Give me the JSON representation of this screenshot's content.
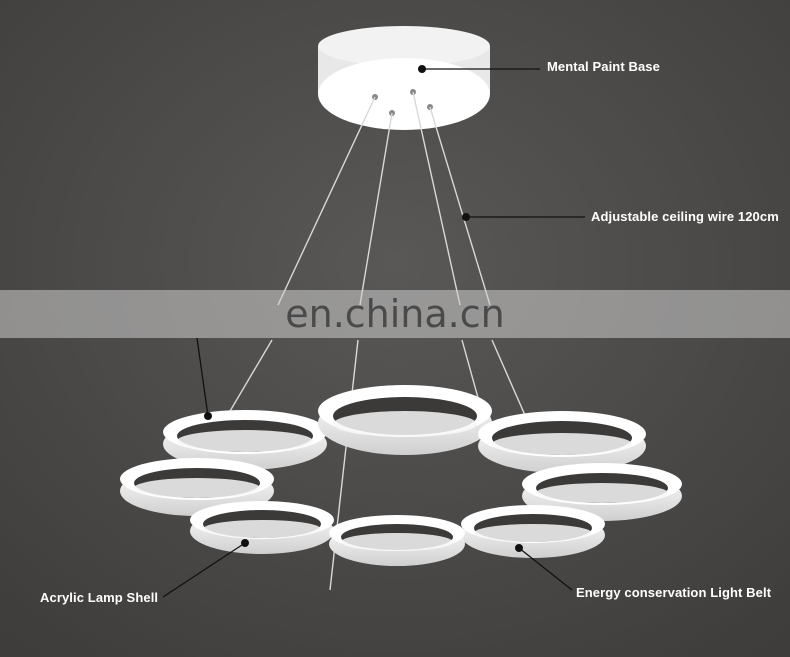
{
  "annotations": {
    "base": "Mental Paint Base",
    "wire": "Adjustable ceiling wire 120cm",
    "shell": "Acrylic Lamp Shell",
    "light_belt": "Energy conservation Light Belt"
  },
  "watermark": "en.china.cn",
  "colors": {
    "background": "#4d4b49",
    "fixture": "#f2f2f2",
    "label_text": "#ffffff",
    "pointer": "#111111"
  }
}
